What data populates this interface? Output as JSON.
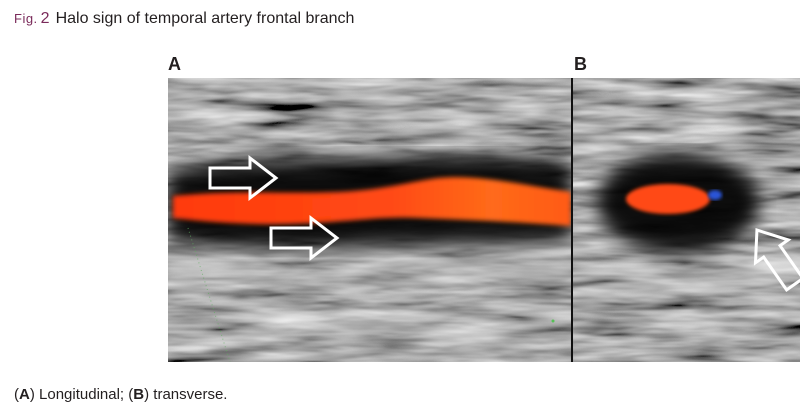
{
  "figure": {
    "label": "Fig.",
    "number": "2",
    "title": "Halo sign of temporal artery frontal branch"
  },
  "panels": [
    {
      "letter": "A"
    },
    {
      "letter": "B"
    }
  ],
  "caption": {
    "a_label": "A",
    "a_text": "Longitudinal;",
    "b_label": "B",
    "b_text": "transverse."
  },
  "colors": {
    "flow_red": "#ff3a10",
    "flow_orange": "#ff6a1a",
    "flow_blue": "#2a55d8",
    "halo": "#050505",
    "figure_label": "#7a2a5a"
  }
}
